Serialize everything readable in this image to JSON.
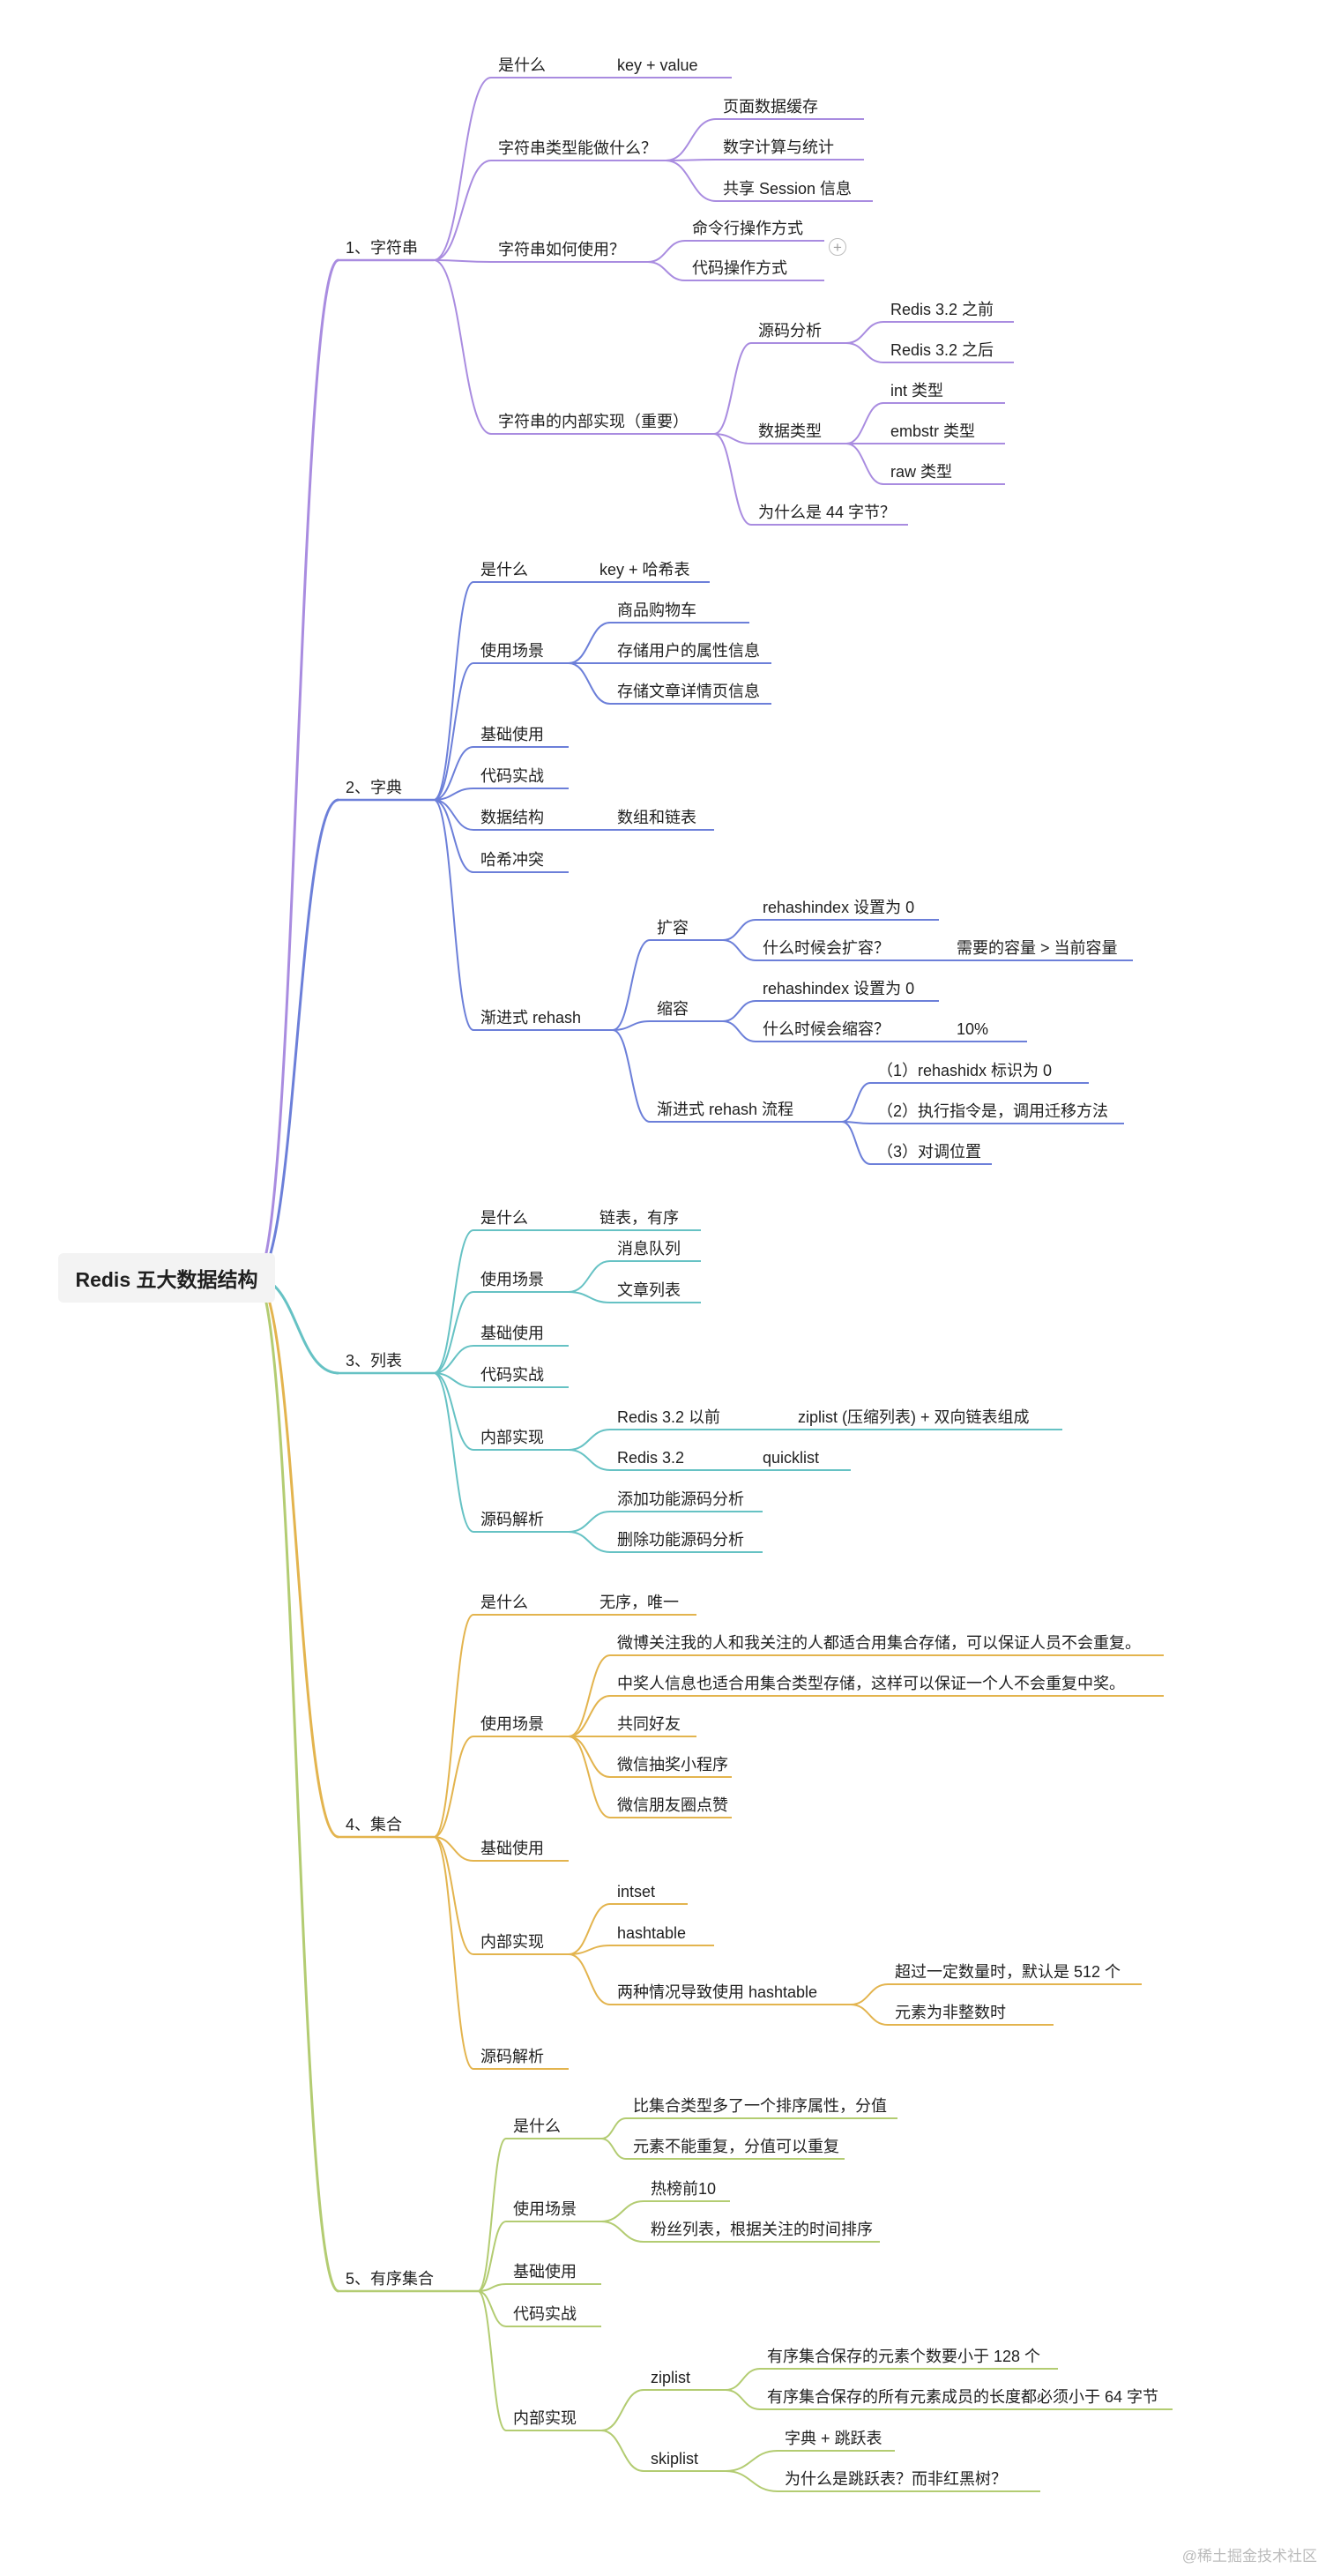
{
  "root": "Redis 五大数据结构",
  "colors": {
    "s1": "#a98ce0",
    "s2": "#6c7fd9",
    "s3": "#66c2c4",
    "s4": "#e3b44e",
    "s5": "#b3cc72"
  },
  "branches": [
    {
      "title": "1、字符串",
      "items": [
        {
          "label": "是什么",
          "children": [
            {
              "label": "key + value"
            }
          ]
        },
        {
          "label": "字符串类型能做什么？",
          "children": [
            {
              "label": "页面数据缓存"
            },
            {
              "label": "数字计算与统计"
            },
            {
              "label": "共享 Session 信息"
            }
          ]
        },
        {
          "label": "字符串如何使用？",
          "children": [
            {
              "label": "命令行操作方式"
            },
            {
              "label": "代码操作方式"
            }
          ]
        },
        {
          "label": "字符串的内部实现（重要）",
          "children": [
            {
              "label": "源码分析",
              "children": [
                {
                  "label": "Redis 3.2 之前"
                },
                {
                  "label": "Redis 3.2 之后"
                }
              ]
            },
            {
              "label": "数据类型",
              "children": [
                {
                  "label": "int 类型"
                },
                {
                  "label": "embstr 类型"
                },
                {
                  "label": "raw 类型"
                }
              ]
            },
            {
              "label": "为什么是 44 字节？"
            }
          ]
        }
      ]
    },
    {
      "title": "2、字典",
      "items": [
        {
          "label": "是什么",
          "children": [
            {
              "label": "key + 哈希表"
            }
          ]
        },
        {
          "label": "使用场景",
          "children": [
            {
              "label": "商品购物车"
            },
            {
              "label": "存储用户的属性信息"
            },
            {
              "label": "存储文章详情页信息"
            }
          ]
        },
        {
          "label": "基础使用"
        },
        {
          "label": "代码实战"
        },
        {
          "label": "数据结构",
          "children": [
            {
              "label": "数组和链表"
            }
          ]
        },
        {
          "label": "哈希冲突"
        },
        {
          "label": "渐进式 rehash",
          "children": [
            {
              "label": "扩容",
              "children": [
                {
                  "label": "rehashindex 设置为 0"
                },
                {
                  "label": "什么时候会扩容？",
                  "children": [
                    {
                      "label": "需要的容量 > 当前容量"
                    }
                  ]
                }
              ]
            },
            {
              "label": "缩容",
              "children": [
                {
                  "label": "rehashindex 设置为 0"
                },
                {
                  "label": "什么时候会缩容？",
                  "children": [
                    {
                      "label": "10%"
                    }
                  ]
                }
              ]
            },
            {
              "label": "渐进式 rehash 流程",
              "children": [
                {
                  "label": "（1）rehashidx 标识为 0"
                },
                {
                  "label": "（2）执行指令是，调用迁移方法"
                },
                {
                  "label": "（3）对调位置"
                }
              ]
            }
          ]
        }
      ]
    },
    {
      "title": "3、列表",
      "items": [
        {
          "label": "是什么",
          "children": [
            {
              "label": "链表，有序"
            }
          ]
        },
        {
          "label": "使用场景",
          "children": [
            {
              "label": "消息队列"
            },
            {
              "label": "文章列表"
            }
          ]
        },
        {
          "label": "基础使用"
        },
        {
          "label": "代码实战"
        },
        {
          "label": "内部实现",
          "children": [
            {
              "label": "Redis 3.2 以前",
              "children": [
                {
                  "label": "ziplist (压缩列表) + 双向链表组成"
                }
              ]
            },
            {
              "label": "Redis 3.2",
              "children": [
                {
                  "label": "quicklist"
                }
              ]
            }
          ]
        },
        {
          "label": "源码解析",
          "children": [
            {
              "label": "添加功能源码分析"
            },
            {
              "label": "删除功能源码分析"
            }
          ]
        }
      ]
    },
    {
      "title": "4、集合",
      "items": [
        {
          "label": "是什么",
          "children": [
            {
              "label": "无序，唯一"
            }
          ]
        },
        {
          "label": "使用场景",
          "children": [
            {
              "label": "微博关注我的人和我关注的人都适合用集合存储，可以保证人员不会重复。"
            },
            {
              "label": "中奖人信息也适合用集合类型存储，这样可以保证一个人不会重复中奖。"
            },
            {
              "label": "共同好友"
            },
            {
              "label": "微信抽奖小程序"
            },
            {
              "label": "微信朋友圈点赞"
            }
          ]
        },
        {
          "label": "基础使用"
        },
        {
          "label": "内部实现",
          "children": [
            {
              "label": "intset"
            },
            {
              "label": "hashtable"
            },
            {
              "label": "两种情况导致使用 hashtable",
              "children": [
                {
                  "label": "超过一定数量时，默认是 512 个"
                },
                {
                  "label": "元素为非整数时"
                }
              ]
            }
          ]
        },
        {
          "label": "源码解析"
        }
      ]
    },
    {
      "title": "5、有序集合",
      "items": [
        {
          "label": "是什么",
          "children": [
            {
              "label": "比集合类型多了一个排序属性，分值"
            },
            {
              "label": "元素不能重复，分值可以重复"
            }
          ]
        },
        {
          "label": "使用场景",
          "children": [
            {
              "label": "热榜前10"
            },
            {
              "label": "粉丝列表，根据关注的时间排序"
            }
          ]
        },
        {
          "label": "基础使用"
        },
        {
          "label": "代码实战"
        },
        {
          "label": "内部实现",
          "children": [
            {
              "label": "ziplist",
              "children": [
                {
                  "label": "有序集合保存的元素个数要小于 128 个"
                },
                {
                  "label": "有序集合保存的所有元素成员的长度都必须小于 64 字节"
                }
              ]
            },
            {
              "label": "skiplist",
              "children": [
                {
                  "label": "字典 + 跳跃表"
                },
                {
                  "label": "为什么是跳跃表？而非红黑树？"
                }
              ]
            }
          ]
        }
      ]
    }
  ],
  "watermark": "@稀土掘金技术社区"
}
